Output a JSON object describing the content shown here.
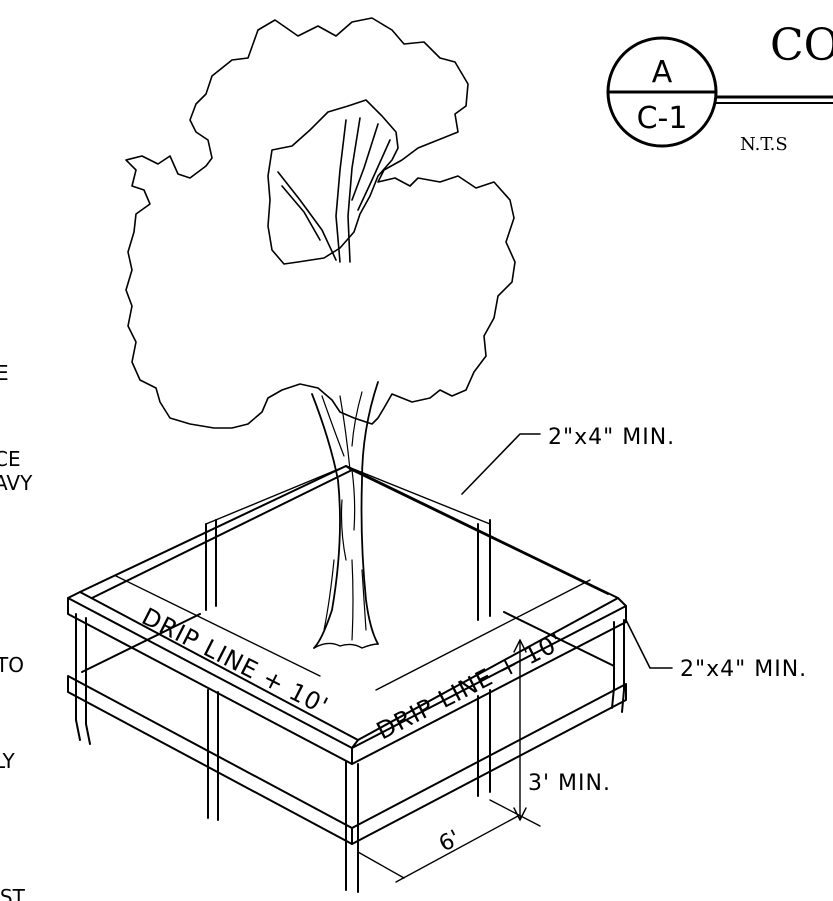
{
  "title_block": {
    "title_partial": "CO",
    "detail_id": "A",
    "sheet_ref": "C-1",
    "scale": "N.T.S"
  },
  "labels": {
    "top_member": "2\"x4\" MIN.",
    "side_member": "2\"x4\" MIN.",
    "drip_line_left": "DRIP LINE + 10'",
    "drip_line_right": "DRIP LINE + 10'",
    "height": "3' MIN.",
    "post_spacing": "6'"
  },
  "left_margin_fragments": [
    "E",
    "CE",
    "AVY",
    "TO",
    "LY",
    "IST"
  ]
}
